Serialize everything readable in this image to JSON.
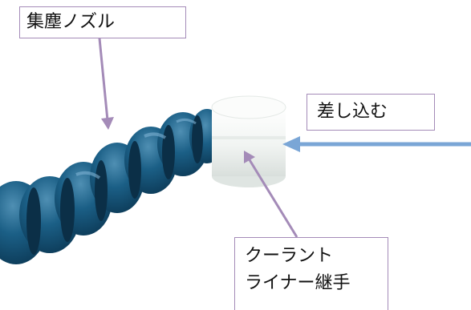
{
  "labels": {
    "nozzle": "集塵ノズル",
    "insert": "差し込む",
    "coupling_line1": "クーラント",
    "coupling_line2": "ライナー継手"
  },
  "colors": {
    "hose_blue": "#1b5f86",
    "hose_dark": "#0c3a57",
    "coupling_white": "#f1f4f2",
    "callout_border": "#a48bb8",
    "arrow_blue": "#7aa6d6"
  }
}
